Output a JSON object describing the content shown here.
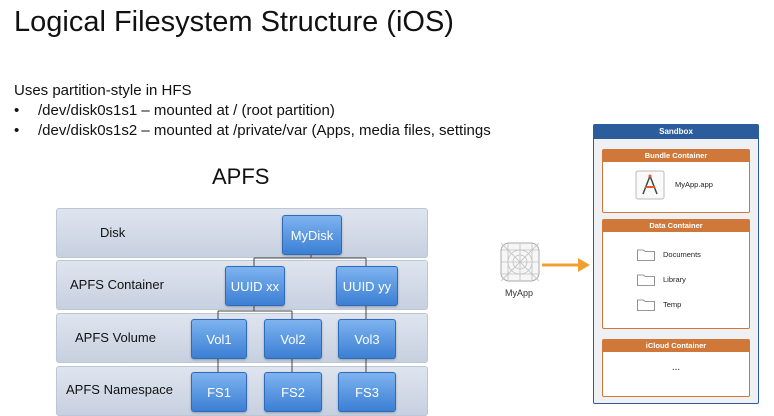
{
  "title": "Logical Filesystem Structure (iOS)",
  "intro": "Uses partition-style in HFS",
  "bullets": [
    {
      "bullet": "•",
      "text": "/dev/disk0s1s1 – mounted at / (root partition)"
    },
    {
      "bullet": "•",
      "text": "/dev/disk0s1s2 – mounted at /private/var (Apps, media files, settings"
    }
  ],
  "apfs": {
    "title": "APFS",
    "layers": [
      "Disk",
      "APFS Container",
      "APFS Volume",
      "APFS Namespace"
    ],
    "nodes": {
      "disk": "MyDisk",
      "container_xx": "UUID xx",
      "container_yy": "UUID yy",
      "vol1": "Vol1",
      "vol2": "Vol2",
      "vol3": "Vol3",
      "fs1": "FS1",
      "fs2": "FS2",
      "fs3": "FS3"
    }
  },
  "app": {
    "label": "MyApp",
    "icon": "app-placeholder-icon"
  },
  "sandbox": {
    "title": "Sandbox",
    "bundle": {
      "title": "Bundle Container",
      "item": "MyApp.app"
    },
    "data": {
      "title": "Data Container",
      "folders": [
        "Documents",
        "Library",
        "Temp"
      ]
    },
    "icloud": {
      "title": "iCloud Container",
      "content": "..."
    }
  },
  "colors": {
    "node_blue": "#3b7fd4",
    "layer_bg": "#d3dae7",
    "sandbox_blue": "#2b5d9c",
    "container_orange": "#d0783a",
    "arrow_orange": "#f0a030"
  }
}
